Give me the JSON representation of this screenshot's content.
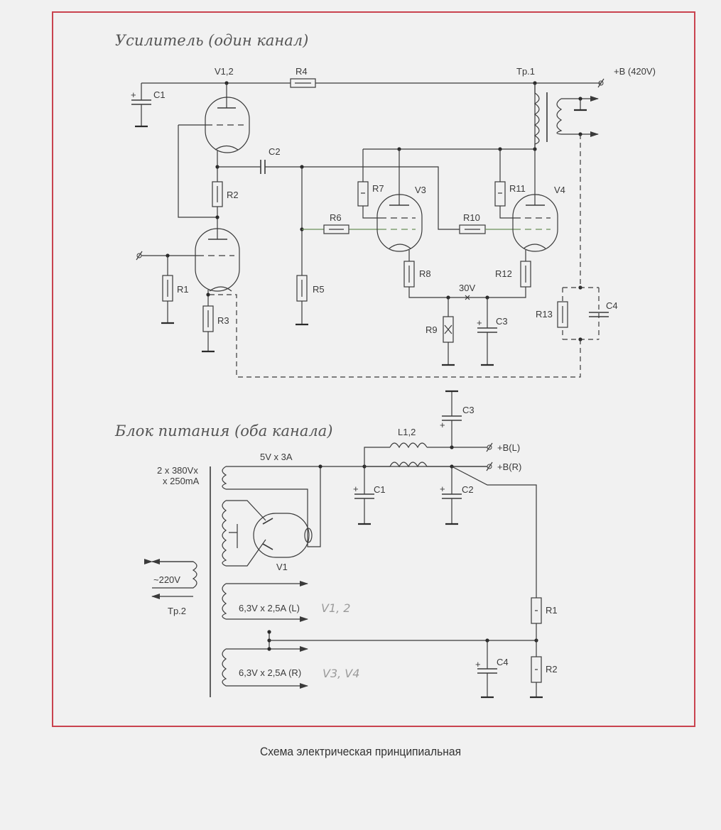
{
  "amplifier": {
    "title": "Усилитель (один канал)",
    "labels": {
      "V12": "V1,2",
      "R4": "R4",
      "C1": "C1",
      "C2": "C2",
      "R2": "R2",
      "R1": "R1",
      "R3": "R3",
      "R5": "R5",
      "R6": "R6",
      "R7": "R7",
      "V3": "V3",
      "R8": "R8",
      "R10": "R10",
      "R11": "R11",
      "V4": "V4",
      "R12": "R12",
      "R9": "R9",
      "C3": "C3",
      "V30": "30V",
      "R13": "R13",
      "C4": "C4",
      "Tr1": "Tp.1",
      "B420": "+B (420V)",
      "plus": "+"
    }
  },
  "power_supply": {
    "title": "Блок питания (оба канала)",
    "labels": {
      "hv": "2 x 380Vx",
      "hv2": "x 250mA",
      "v5": "5V x 3A",
      "V1": "V1",
      "mains": "~220V",
      "Tr2": "Tp.2",
      "h1": "6,3V x 2,5A (L)",
      "h2": "6,3V x 2,5A (R)",
      "hand1": "V1, 2",
      "hand2": "V3, V4",
      "L12": "L1,2",
      "C1": "C1",
      "C2": "C2",
      "C3": "C3",
      "C4": "C4",
      "BL": "+B(L)",
      "BR": "+B(R)",
      "R1": "R1",
      "R2": "R2",
      "plus": "+"
    }
  },
  "caption": "Схема электрическая принципиальная",
  "colors": {
    "frame": "#c9434f",
    "ink": "#3a3a3a",
    "background": "#f1f1f1"
  }
}
